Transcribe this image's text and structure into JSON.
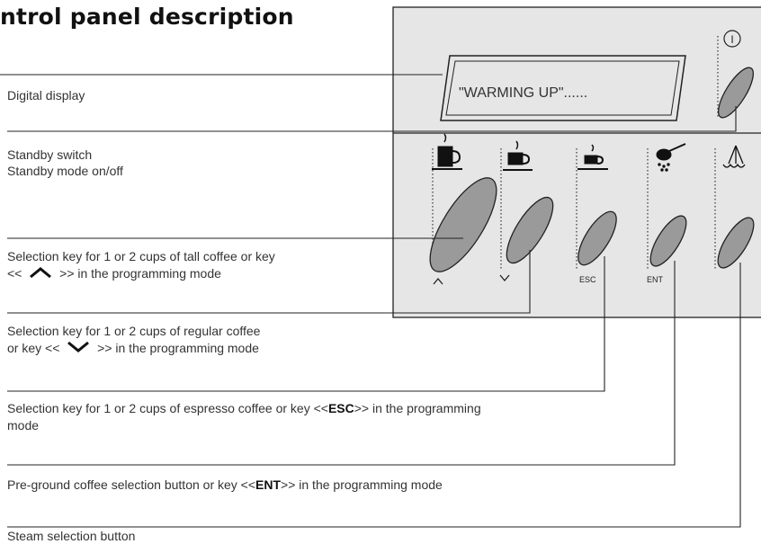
{
  "title": "ntrol panel description",
  "display_text": "\"WARMING UP\"......",
  "power_symbol": "I",
  "key_labels": {
    "up": "^",
    "down": "v",
    "esc": "ESC",
    "ent": "ENT"
  },
  "descriptions": {
    "display": "Digital display",
    "standby_1": "Standby switch",
    "standby_2": "Standby mode on/off",
    "tall_1": "Selection key for 1 or 2 cups of tall coffee or key",
    "tall_2_pre": "<< ",
    "tall_2_glyph": "^",
    "tall_2_post": " >> in the programming mode",
    "regular_1": "Selection key for 1 or 2 cups of regular coffee",
    "regular_2_pre": "or key << ",
    "regular_2_glyph": "v",
    "regular_2_post": " >> in the programming mode",
    "espresso_1_pre": "Selection key for 1 or 2 cups of espresso coffee or key <<",
    "espresso_1_bold": "ESC",
    "espresso_1_post": ">> in the programming",
    "espresso_2": "mode",
    "preground_pre": "Pre-ground coffee selection button or key <<",
    "preground_bold": "ENT",
    "preground_post": ">> in the programming mode",
    "steam": "Steam selection button"
  },
  "colors": {
    "panel": "#e6e6e6",
    "button": "#9a9a9a",
    "line": "#222222"
  }
}
